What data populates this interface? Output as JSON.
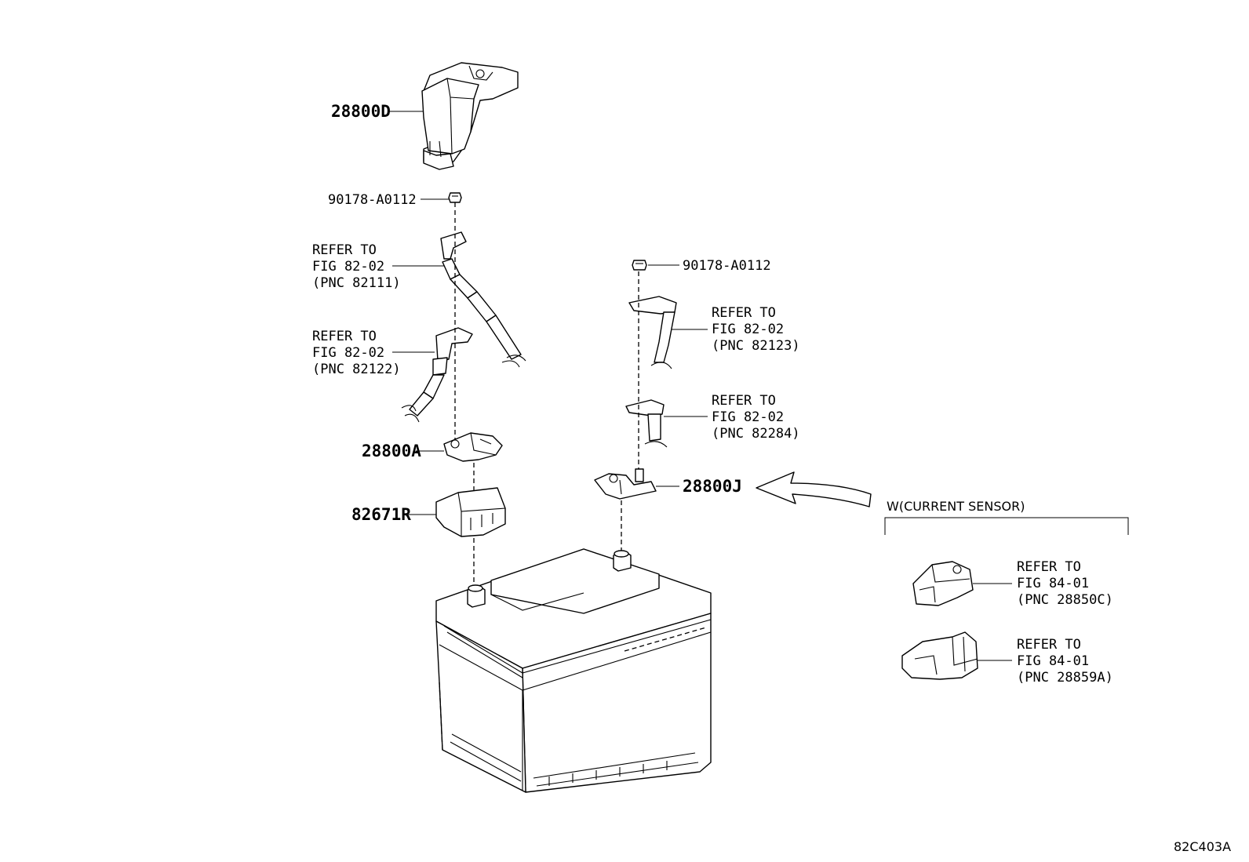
{
  "parts": {
    "p28800D": "28800D",
    "nut_left": "90178-A0112",
    "nut_right": "90178-A0112",
    "p28800A": "28800A",
    "p82671R": "82671R",
    "p28800J": "28800J"
  },
  "refs": {
    "r82111": {
      "line1": "REFER TO",
      "line2": "FIG 82-02",
      "line3": "(PNC 82111)"
    },
    "r82122": {
      "line1": "REFER TO",
      "line2": "FIG 82-02",
      "line3": "(PNC 82122)"
    },
    "r82123": {
      "line1": "REFER TO",
      "line2": "FIG 82-02",
      "line3": "(PNC 82123)"
    },
    "r82284": {
      "line1": "REFER TO",
      "line2": "FIG 82-02",
      "line3": "(PNC 82284)"
    },
    "r28850C": {
      "line1": "REFER TO",
      "line2": "FIG 84-01",
      "line3": "(PNC 28850C)"
    },
    "r28859A": {
      "line1": "REFER TO",
      "line2": "FIG 84-01",
      "line3": "(PNC 28859A)"
    }
  },
  "variant_label": "W(CURRENT SENSOR)",
  "figure_code": "82C403A"
}
